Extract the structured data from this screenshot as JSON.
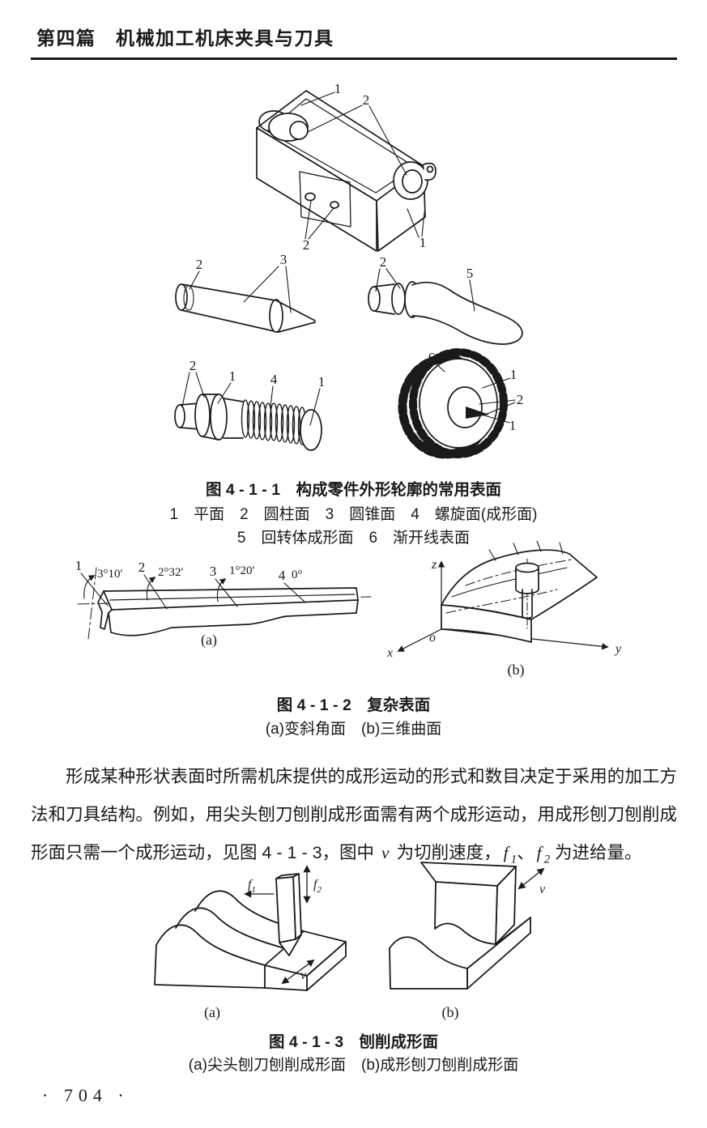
{
  "header": {
    "title": "第四篇　机械加工机床夹具与刀具"
  },
  "figure1": {
    "caption": "图 4 - 1 - 1　构成零件外形轮廓的常用表面",
    "legend1": "1　平面　2　圆柱面　3　圆锥面　4　螺旋面(成形面)",
    "legend2": "5　回转体成形面　6　渐开线表面",
    "labels": {
      "housing_top_plane": "1",
      "housing_bores": "2",
      "housing_holes": "2",
      "housing_side_plane": "1",
      "cone_cylinder": "2",
      "cone_surface": "3",
      "handle_cylinder": "2",
      "handle_body": "5",
      "screw_cylinder": "2",
      "screw_collar_plane": "1",
      "screw_thread": "4",
      "screw_end_plane": "1",
      "gear_teeth": "6",
      "gear_face_plane": "1",
      "gear_bore": "2",
      "gear_keyway_plane": "1"
    }
  },
  "figure2": {
    "caption": "图 4 - 1 - 2　复杂表面",
    "subcaption": "(a)变斜角面　(b)三维曲面",
    "part_a_label": "(a)",
    "part_b_label": "(b)",
    "blade": {
      "n1": "1",
      "angle1": "3°10′",
      "n2": "2",
      "angle2": "2°32′",
      "n3": "3",
      "angle3": "1°20′",
      "n4": "4",
      "angle4": "0°"
    },
    "axes": {
      "x": "x",
      "y": "y",
      "z": "z",
      "o": "o"
    }
  },
  "paragraph": {
    "seg1": "形成某种形状表面时所需机床提供的成形运动的形式和数目决定于采用的加工方法和刀具结构。例如，用尖头刨刀刨削成形面需有两个成形运动，用成形刨刀刨削成形面只需一个成形运动，见图 4 - 1 - 3，图中 ",
    "v": "v",
    "seg2": " 为切削速度，",
    "f": "f",
    "sub1": "1",
    "sep": "、",
    "sub2": "2",
    "seg3": " 为进给量。"
  },
  "figure3": {
    "caption": "图 4 - 1 - 3　刨削成形面",
    "subcaption": "(a)尖头刨刀刨削成形面　(b)成形刨刀刨削成形面",
    "part_a_label": "(a)",
    "part_b_label": "(b)",
    "annotations": {
      "f": "f",
      "f1_sub": "1",
      "f2_sub": "2",
      "v_a": "v",
      "v_b": "v"
    }
  },
  "footer": {
    "page_number": "· 704 ·"
  },
  "colors": {
    "ink": "#1a1a1a",
    "paper": "#ffffff"
  }
}
